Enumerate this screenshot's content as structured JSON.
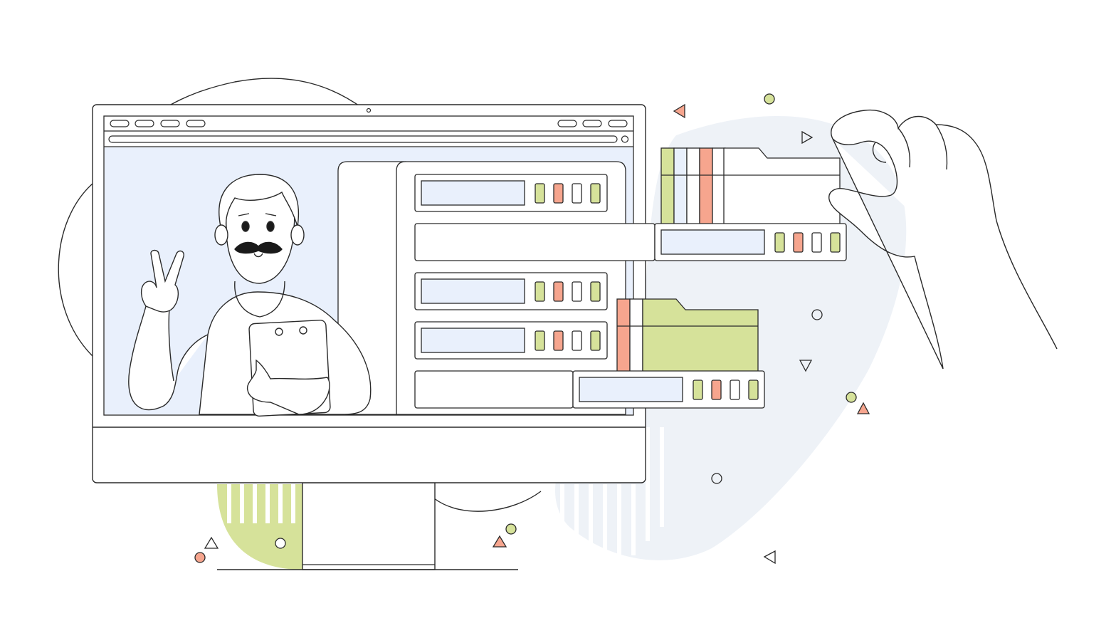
{
  "illustration": {
    "subject": "monitor-with-file-cabinet-and-hand",
    "colors": {
      "outline": "#2a2a2a",
      "screen_bg": "#e9f0fc",
      "blob_bg": "#eef2f7",
      "green": "#d6e29a",
      "green_stroke": "#9fb548",
      "salmon": "#f6a58e",
      "salmon_stroke": "#d9745a",
      "white": "#ffffff",
      "light_blue_bar": "#e9f0fc"
    },
    "server_rows": [
      {
        "state": "in-place"
      },
      {
        "state": "pulled-out"
      },
      {
        "state": "in-place"
      },
      {
        "state": "in-place"
      },
      {
        "state": "pulled-out"
      }
    ],
    "indicator_colors": [
      "green",
      "salmon",
      "white",
      "green"
    ],
    "folder_groups": [
      {
        "tabs": [
          "green",
          "white",
          "white",
          "salmon",
          "white",
          "white"
        ]
      },
      {
        "tabs": [
          "salmon",
          "white",
          "green"
        ]
      }
    ]
  }
}
